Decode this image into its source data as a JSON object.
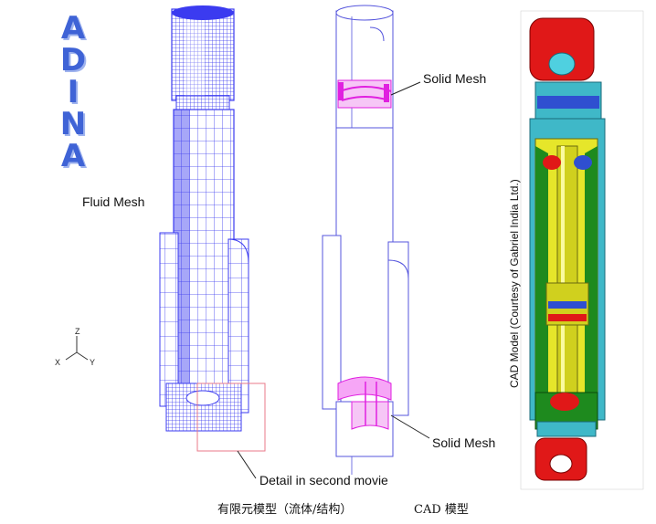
{
  "logo": {
    "letters": [
      "A",
      "D",
      "I",
      "N",
      "A"
    ]
  },
  "labels": {
    "fluid_mesh": "Fluid Mesh",
    "solid_mesh_top": "Solid Mesh",
    "solid_mesh_bottom": "Solid Mesh",
    "detail": "Detail in second movie",
    "cad_credit": "CAD Model (Courtesy of Gabriel India Ltd.)"
  },
  "axes": {
    "z": "Z",
    "x": "X",
    "y": "Y"
  },
  "captions": {
    "left": "有限元模型（流体/结构）",
    "right": "CAD 模型"
  },
  "colors": {
    "mesh_blue": "#3b3bf0",
    "solid_magenta": "#e020e0",
    "detail_box": "#e87a8a",
    "cad_red": "#e01818",
    "cad_cyan": "#3fb8c8",
    "cad_yellow": "#e6e62a",
    "cad_green": "#1e8a1e",
    "logo_blue": "#3f63d6"
  }
}
